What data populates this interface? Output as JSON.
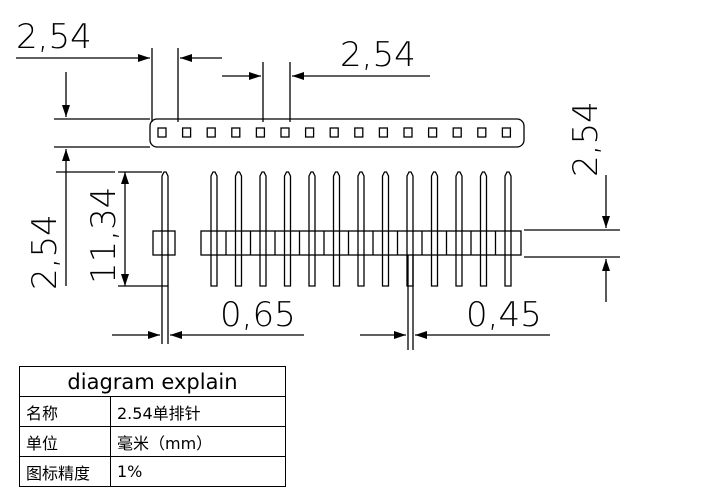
{
  "dimensions": {
    "pitch_top_left": "2,54",
    "pitch_top_mid": "2,54",
    "height_right": "2,54",
    "height_left": "2,54",
    "pin_length": "11,34",
    "pin_width": "0,65",
    "pin_gap": "0,45"
  },
  "legend": {
    "title": "diagram explain",
    "rows": [
      {
        "key": "名称",
        "value": "2.54单排针"
      },
      {
        "key": "单位",
        "value": "毫米（mm）"
      },
      {
        "key": "图标精度",
        "value": "1%"
      }
    ]
  }
}
